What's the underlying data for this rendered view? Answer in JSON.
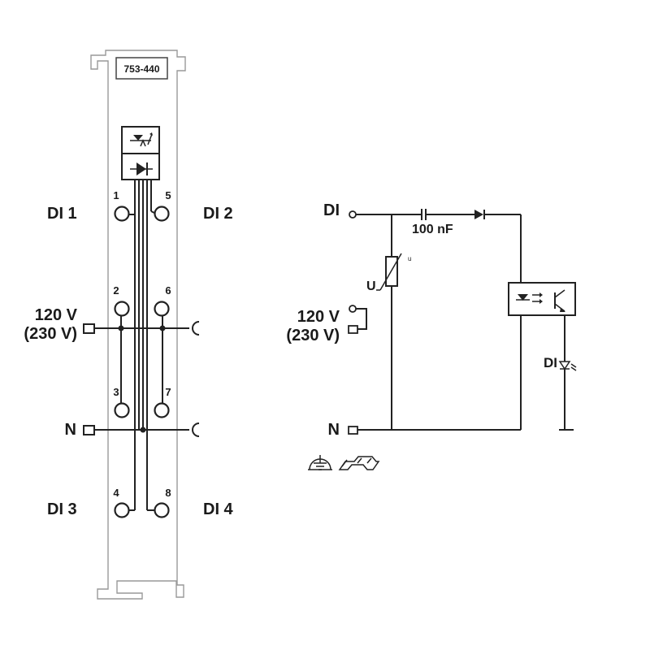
{
  "module": {
    "model": "753-440"
  },
  "terminals": [
    "1",
    "2",
    "3",
    "4",
    "5",
    "6",
    "7",
    "8"
  ],
  "labels": {
    "di1": "DI 1",
    "di2": "DI 2",
    "di3": "DI 3",
    "di4": "DI 4",
    "supply_voltage": "120 V",
    "supply_voltage_alt": "(230 V)",
    "neutral": "N"
  },
  "schematic": {
    "di_input": "DI",
    "capacitor": "100 nF",
    "varistor": "U",
    "supply_voltage": "120 V",
    "supply_voltage_alt": "(230 V)",
    "neutral": "N",
    "di_output": "DI"
  },
  "icons": [
    "ground-icon",
    "din-rail-icon",
    "diode-icon",
    "varistor-icon",
    "optocoupler-icon",
    "led-icon"
  ]
}
